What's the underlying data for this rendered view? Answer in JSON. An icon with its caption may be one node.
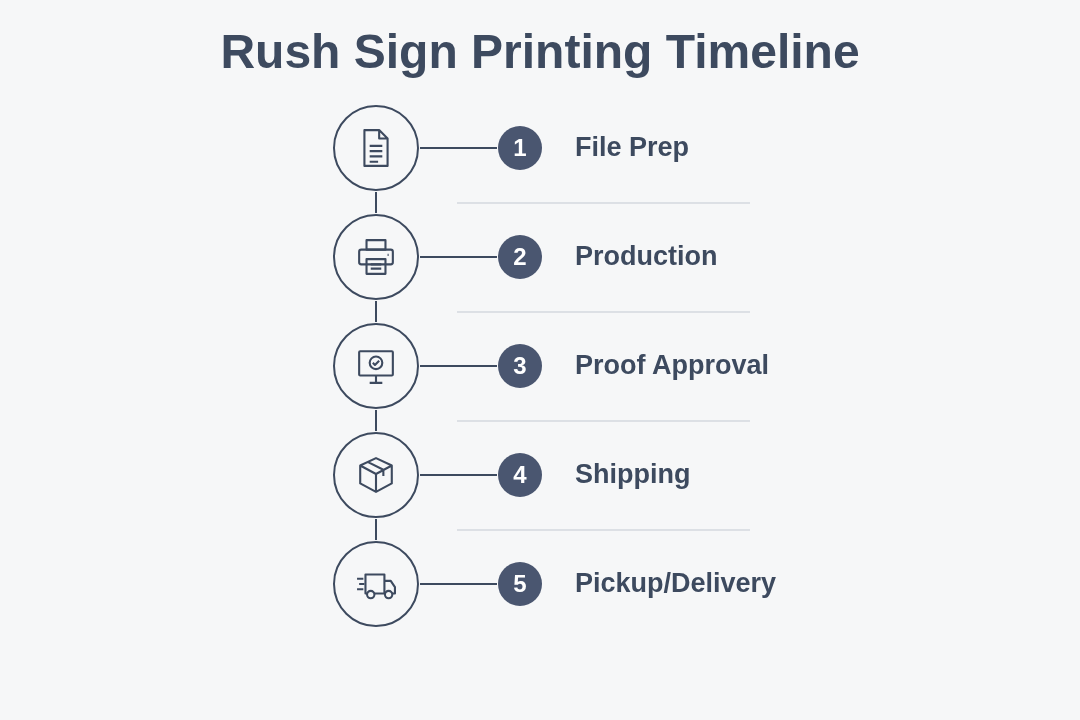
{
  "diagram": {
    "title": "Rush Sign Printing Timeline",
    "nodes": [
      {
        "text": [],
        "shape": "circle"
      },
      {
        "text": [
          "1"
        ],
        "beside": [
          "File Prep"
        ]
      },
      {
        "text": [],
        "shape": "circle"
      },
      {
        "text": [
          "2"
        ],
        "beside": [
          "Production"
        ]
      },
      {
        "text": [],
        "shape": "circle"
      },
      {
        "text": [
          "3"
        ],
        "beside": [
          "Proof Approval"
        ]
      },
      {
        "text": [],
        "shape": "circle"
      },
      {
        "text": [
          "4"
        ],
        "beside": [
          "Shipping"
        ]
      },
      {
        "text": [],
        "shape": "circle"
      },
      {
        "text": [
          "5"
        ],
        "beside": [
          "Pickup/Delivery"
        ]
      }
    ],
    "edges": [
      {
        "from": 0,
        "to": 1,
        "arrow": "none"
      },
      {
        "from": 0,
        "to": 2,
        "arrow": "none"
      },
      {
        "from": 2,
        "to": 3,
        "arrow": "none"
      },
      {
        "from": 2,
        "to": 4,
        "arrow": "none"
      },
      {
        "from": 4,
        "to": 5,
        "arrow": "none"
      },
      {
        "from": 4,
        "to": 6,
        "arrow": "none"
      },
      {
        "from": 6,
        "to": 7,
        "arrow": "none"
      },
      {
        "from": 6,
        "to": 8,
        "arrow": "none"
      },
      {
        "from": 8,
        "to": 9,
        "arrow": "none"
      }
    ]
  }
}
